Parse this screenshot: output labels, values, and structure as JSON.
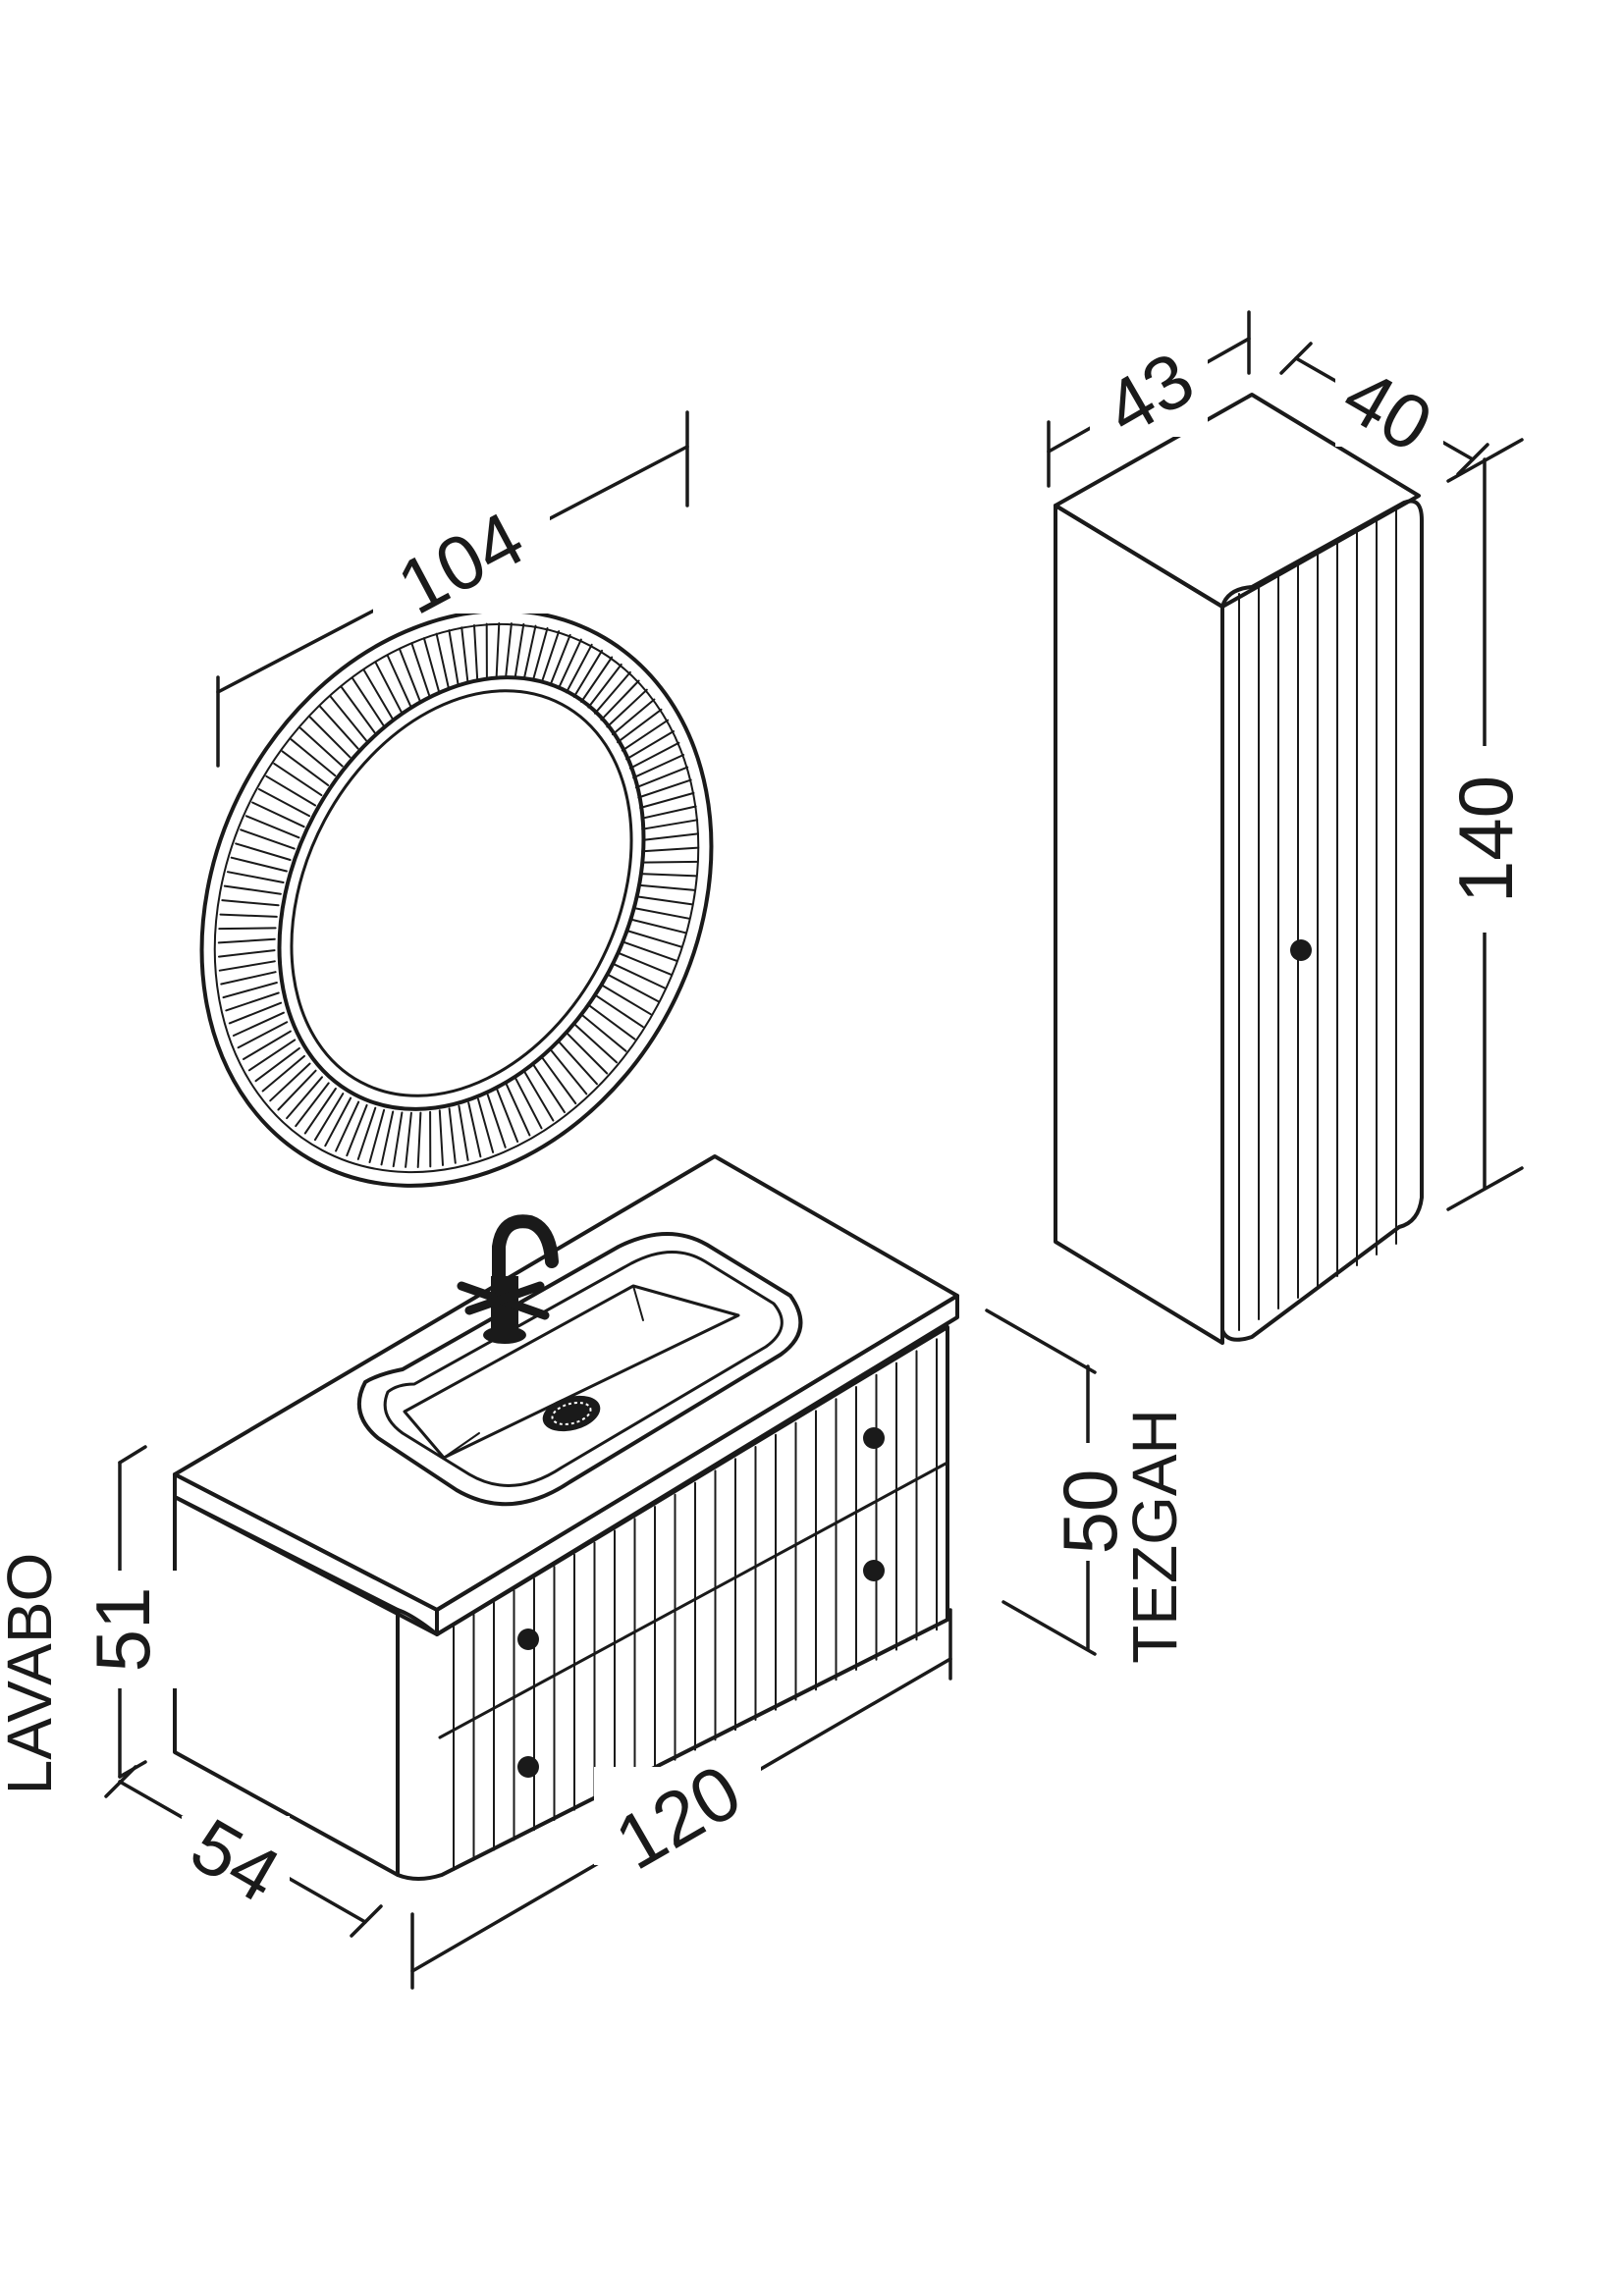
{
  "dimensions": {
    "mirror_diameter": "104",
    "cabinet_width": "43",
    "cabinet_depth": "40",
    "cabinet_height": "140",
    "vanity_width": "120",
    "vanity_depth": "54",
    "vanity_height": "51",
    "countertop_height": "50"
  },
  "labels": {
    "basin": "LAVABO",
    "countertop": "TEZGAH"
  },
  "colors": {
    "line": "#1a1a1a",
    "background": "#ffffff"
  }
}
